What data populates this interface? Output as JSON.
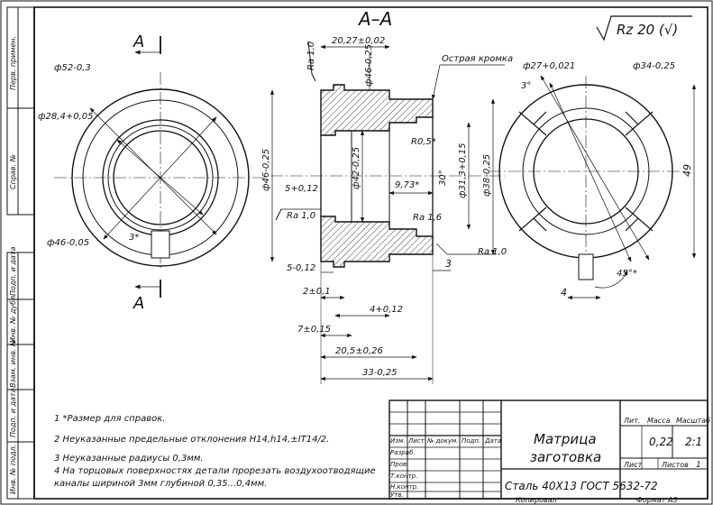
{
  "drawing": {
    "section_title": "А–А",
    "cut_label_left": "А",
    "surface_roughness": "Rz 20 (√)",
    "edge_note": "Острая кромка",
    "left_view": {
      "d52": "ф52-0,3",
      "d28": "ф28,4+0,05",
      "d46": "ф46-0,05",
      "angle3": "3*"
    },
    "section": {
      "ra10_top": "Ra 1,0",
      "len_20_27": "20,27±0,02",
      "d46_top": "ф46-0,25",
      "d46_side": "ф46-0,25",
      "five_top": "5+0,12",
      "d42": "ф42-0,25",
      "ra10_left": "Ra 1,0",
      "r05": "R0,5*",
      "len_9_73": "9,73*",
      "angle30": "30°",
      "d31": "ф31,3+0,15",
      "d38": "ф38-0,25",
      "ra16": "Ra 1,6",
      "ra10_bottom": "Ra 1,0",
      "three": "3",
      "five_bottom": "5-0,12",
      "two": "2±0,1",
      "four": "4+0,12",
      "seven": "7±0,15",
      "len_20_5": "20,5±0,26",
      "len_33": "33-0,25"
    },
    "right_view": {
      "d27": "ф27+0,021",
      "d34": "ф34-0,25",
      "angle3": "3°",
      "height49": "49",
      "slot4": "4",
      "angle45": "45°*"
    }
  },
  "notes": [
    "1 *Размер для справок.",
    "2 Неуказанные предельные отклонения H14,h14,±IT14/2.",
    "3 Неуказанные радиусы 0,3мм.",
    "4 На торцовых поверхностях детали прорезать воздухоотводящие",
    "каналы шириной 3мм глубиной 0,35...0,4мм."
  ],
  "side_stamps": [
    "Перв. примен.",
    "Справ. №",
    "Подп. и дата",
    "Инв. № дубл.",
    "Взам. инв. №",
    "Подп. и дата",
    "Инв. № подл."
  ],
  "title_block": {
    "part_name_1": "Матрица",
    "part_name_2": "заготовка",
    "material": "Сталь 40Х13 ГОСТ 5632-72",
    "col_izm": "Изм.",
    "col_list": "Лист",
    "col_doc": "№ докум.",
    "col_sign": "Подп.",
    "col_date": "Дата",
    "row_razrab": "Разраб.",
    "row_prov": "Пров.",
    "row_tkontr": "Т.контр.",
    "row_nkontr": "Н.контр.",
    "row_utv": "Утв.",
    "lit_label": "Лит.",
    "mass_label": "Масса",
    "scale_label": "Масштаб",
    "mass_value": "0,22",
    "scale_value": "2:1",
    "sheet_label": "Лист",
    "sheets_label": "Листов",
    "sheets_value": "1",
    "copied": "Копировал",
    "format": "Формат  А3"
  }
}
